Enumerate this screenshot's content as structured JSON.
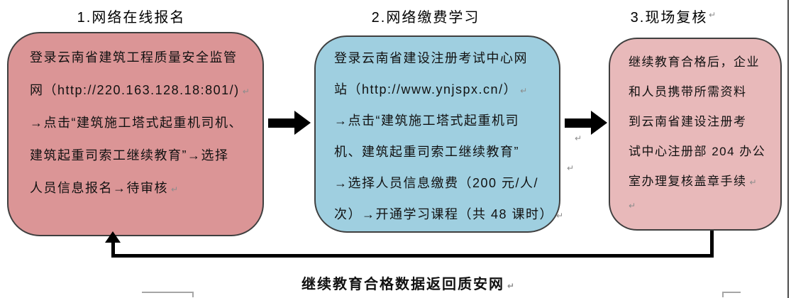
{
  "steps": [
    {
      "title": "1.网络在线报名",
      "lines": [
        "登录云南省建筑工程质量安全监管",
        "网（http://220.163.128.18:801/)",
        "→点击“建筑施工塔式起重机司机、",
        "建筑起重司索工继续教育”→选择",
        "人员信息报名→待审核"
      ]
    },
    {
      "title": "2.网络缴费学习",
      "lines": [
        "登录云南省建设注册考试中心网",
        "站（http://www.ynjspx.cn/）",
        "→点击“建筑施工塔式起重机司",
        "机、建筑起重司索工继续教育”",
        "→选择人员信息缴费（200 元/人/",
        "次）→开通学习课程（共 48 课时）"
      ]
    },
    {
      "title": "3.现场复核",
      "lines": [
        "继续教育合格后，企业",
        "和人员携带所需资料",
        "到云南省建设注册考",
        "试中心注册部 204 办公",
        "室办理复核盖章手续"
      ]
    }
  ],
  "bottom_label": "继续教育合格数据返回质安网",
  "icons": {
    "return_mark": "↵"
  },
  "colors": {
    "step1_fill": "#db9596",
    "step2_fill": "#9fcfe0",
    "step3_fill": "#e8b9ba",
    "box_border": "#3f3f3f",
    "arrow": "#000000"
  }
}
